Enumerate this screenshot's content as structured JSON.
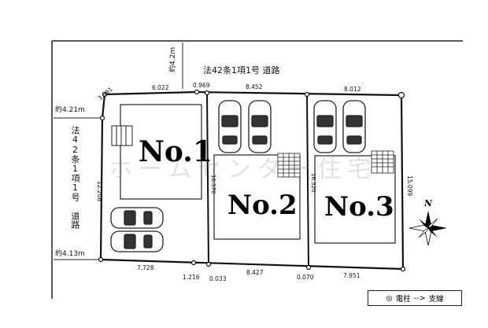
{
  "roads": {
    "north_label": "法42条1項1号 道路",
    "west_label": "法42条1項1号 道路",
    "north_width": "約4.2m",
    "west_width_top": "約4.21m",
    "west_width_bottom": "約4.13m"
  },
  "dimensions": {
    "top": [
      "3.991",
      "6.022",
      "0.969",
      "8.452",
      "8.012"
    ],
    "bottom": [
      "7.728",
      "1.216",
      "0.033",
      "8.427",
      "0.070",
      "7.951"
    ],
    "left": "12.208",
    "right": "15.099",
    "inner_lot2": "16.576",
    "inner_lot3": "16.320"
  },
  "lots": [
    {
      "label": "No.1"
    },
    {
      "label": "No.2"
    },
    {
      "label": "No.3"
    }
  ],
  "compass": {
    "north": "N"
  },
  "legend": {
    "pole_symbol": "◎",
    "pole_label": "電柱",
    "branch_symbol": "-->",
    "branch_label": "支線"
  },
  "watermark": "ホームセンター住宅"
}
